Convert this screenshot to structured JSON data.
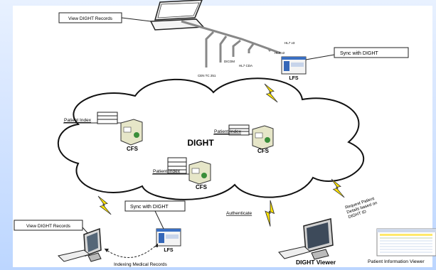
{
  "center_label": "DIGHT",
  "top_laptop_label": "View DIGHT Records",
  "top_sync_label": "Sync with DIGHT",
  "lfs_label": "LFS",
  "cfs_label": "CFS",
  "patient_index_label": "Patient Index",
  "bottom_left_label": "View DIGHT Records",
  "bottom_sync_label": "Sync with DIGHT",
  "indexing_label": "Indexing Medical Records",
  "authenticate_label": "Authenticate",
  "request_label_lines": [
    "Request Patient",
    "Details based on",
    "DIGHT ID"
  ],
  "viewer_label": "DIGHT Viewer",
  "patient_info_label": "Patient Information Viewer",
  "tree_labels": [
    "HL7 v3",
    "HL7 v2",
    "HL7 CDA",
    "DICOM",
    "CEN TC 251"
  ],
  "colors": {
    "background": "#d9e7ff",
    "bolt": "#ffe400",
    "screen_blue": "#3567b8"
  }
}
